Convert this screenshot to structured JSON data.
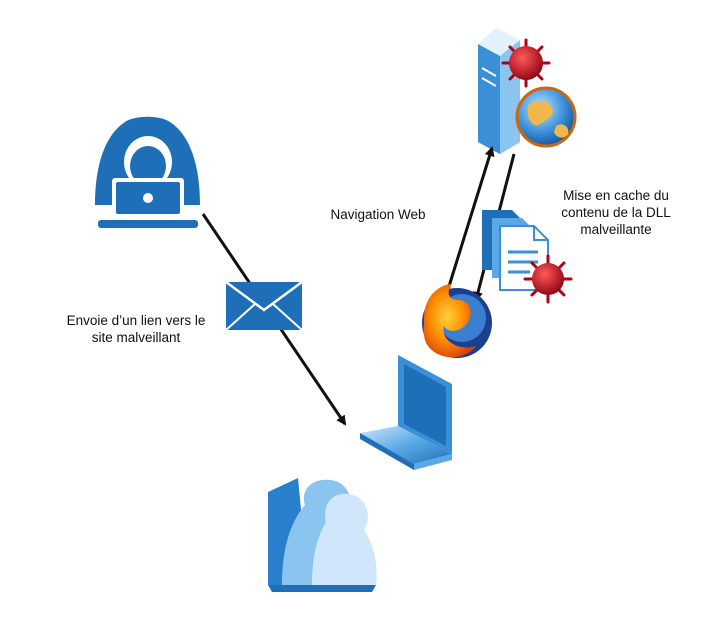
{
  "labels": {
    "send_link": "Envoie d’un lien vers le\nsite malveillant",
    "web_navigation": "Navigation Web",
    "cache": "Mise en cache du\ncontenu de la DLL\nmalveillante"
  },
  "icons": {
    "attacker": "hacker-icon",
    "mail": "envelope-icon",
    "server": "server-icon",
    "globe": "globe-icon",
    "documents": "documents-icon",
    "browser": "firefox-icon",
    "laptop": "laptop-icon",
    "users": "users-icon",
    "malware": "virus-icon"
  },
  "colors": {
    "primary_blue": "#1f6fb8",
    "light_blue": "#5aa9e6",
    "virus_red": "#c0001a",
    "arrow": "#111111"
  }
}
